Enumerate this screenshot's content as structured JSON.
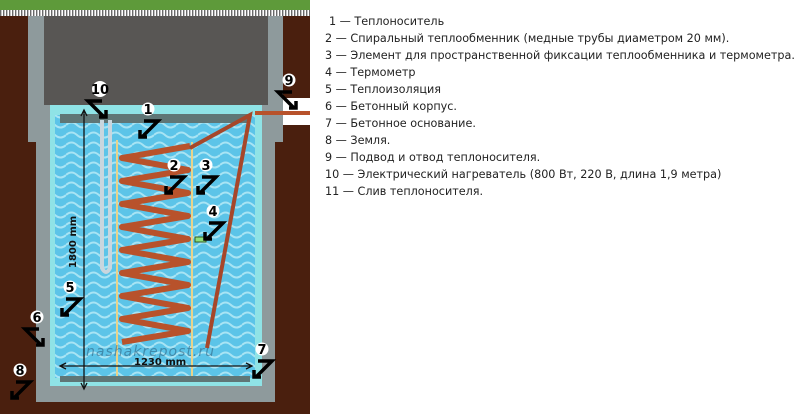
{
  "diagram": {
    "watermark": "nashakrepost.ru",
    "height_dimension": "1800 mm",
    "width_dimension": "1230 mm",
    "callouts": [
      "1",
      "2",
      "3",
      "4",
      "5",
      "6",
      "7",
      "8",
      "9",
      "10"
    ]
  },
  "legend": [
    "1 — Теплоноситель",
    "2 — Спиральный теплообменник (медные трубы диаметром 20 мм).",
    "3 — Элемент для пространственной фиксации теплообменника и термометра.",
    "4 — Термометр",
    "5 — Теплоизоляция",
    "6 — Бетонный корпус.",
    "7 — Бетонное основание.",
    "8 — Земля.",
    "9 — Подвод и отвод теплоносителя.",
    "10 — Электрический нагреватель (800 Вт, 220 В, длина 1,9 метра)",
    "11 — Слив теплоносителя."
  ],
  "colors": {
    "earth": "#4a1f0e",
    "concrete": "#8e9a9c",
    "lid": "#585654",
    "insulation": "#8fe3e6",
    "water": "#5fc6e8",
    "copper": "#b8522b",
    "grass": "#5e9a3a"
  }
}
